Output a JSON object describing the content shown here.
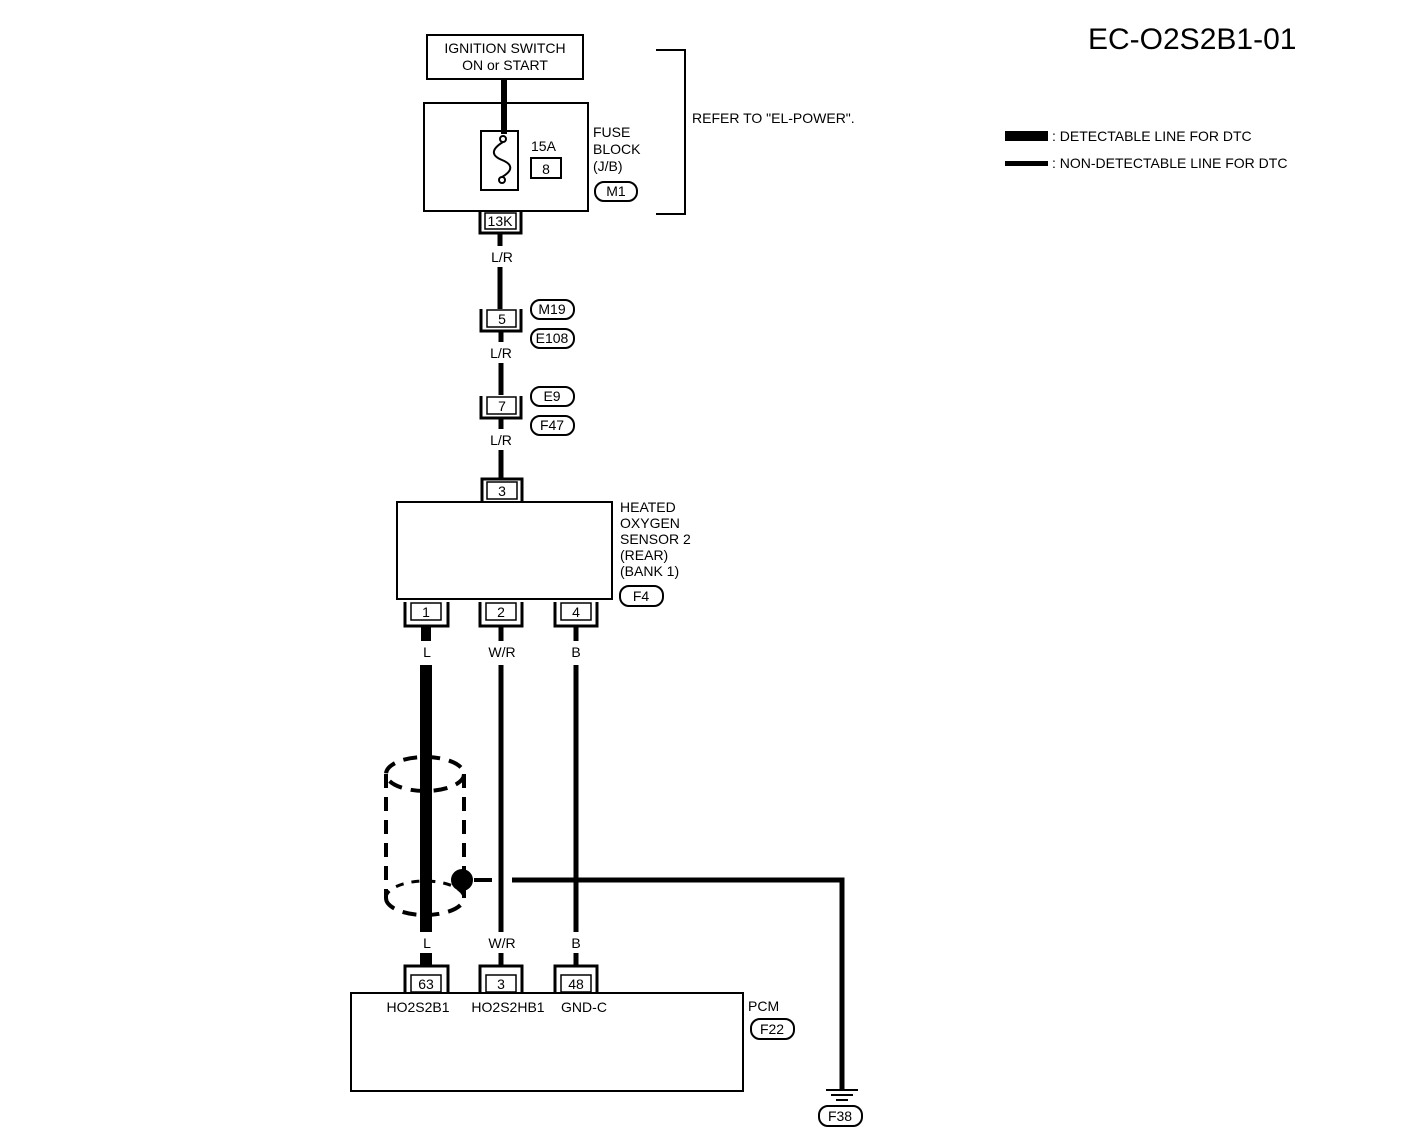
{
  "diagram_id": "EC-O2S2B1-01",
  "legend": {
    "detectable": ": DETECTABLE LINE FOR DTC",
    "non_detectable": ": NON-DETECTABLE LINE FOR DTC"
  },
  "ignition_switch": {
    "line1": "IGNITION SWITCH",
    "line2": "ON or START"
  },
  "fuse_block": {
    "line1": "FUSE",
    "line2": "BLOCK",
    "line3": "(J/B)",
    "connector": "M1",
    "rating": "15A",
    "fuse_no": "8",
    "terminal": "13K"
  },
  "refer_note": "REFER TO \"EL-POWER\".",
  "wire_color_lr": "L/R",
  "junction1": {
    "pin": "5",
    "conn_a": "M19",
    "conn_b": "E108"
  },
  "junction2": {
    "pin": "7",
    "conn_a": "E9",
    "conn_b": "F47"
  },
  "sensor": {
    "line1": "HEATED",
    "line2": "OXYGEN",
    "line3": "SENSOR 2",
    "line4": "(REAR)",
    "line5": "(BANK 1)",
    "connector": "F4",
    "top_pin": "3",
    "pins": [
      "1",
      "2",
      "4"
    ]
  },
  "wire_colors": [
    "L",
    "W/R",
    "B"
  ],
  "pcm": {
    "label": "PCM",
    "connector": "F22",
    "pins": [
      "63",
      "3",
      "48"
    ],
    "terminals": [
      "HO2S2B1",
      "HO2S2HB1",
      "GND-C"
    ]
  },
  "ground": {
    "connector": "F38"
  }
}
